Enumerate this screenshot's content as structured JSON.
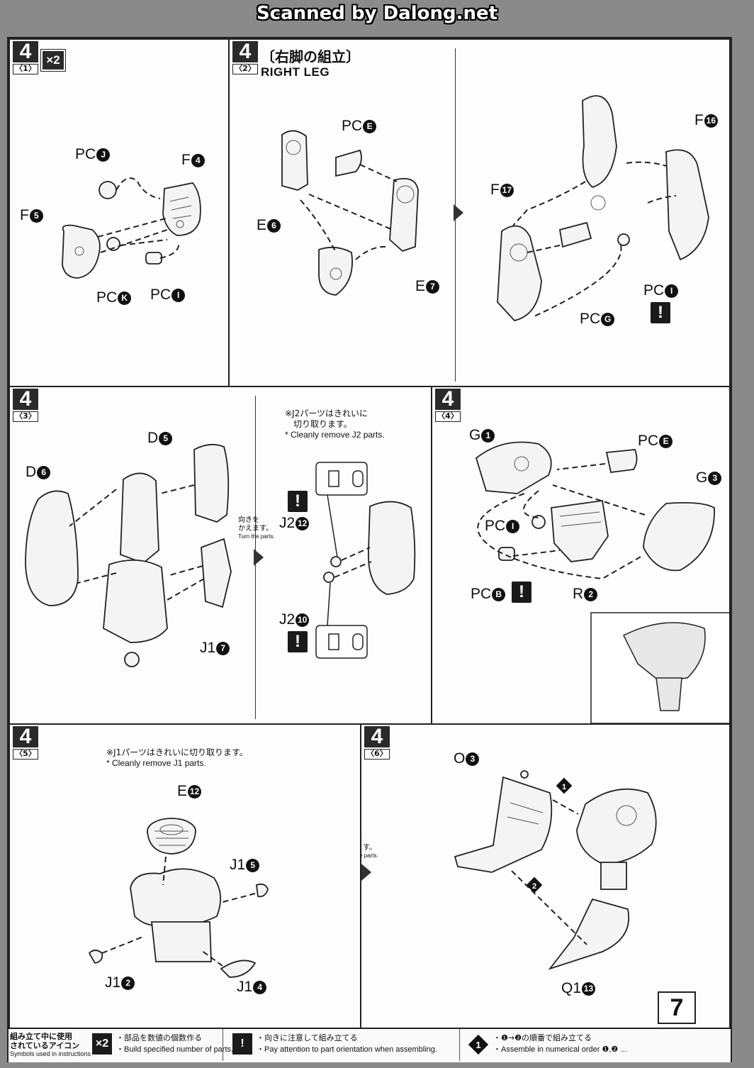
{
  "header": {
    "scanner_text": "Scanned by Dalong.net"
  },
  "steps": {
    "s1": {
      "num": "4",
      "sub": "〈1〉",
      "multiplier": "×2",
      "parts": {
        "pcj": "PC",
        "pcj_c": "J",
        "f4": "F",
        "f4_c": "4",
        "f5": "F",
        "f5_c": "5",
        "pck": "PC",
        "pck_c": "K",
        "pci": "PC",
        "pci_c": "I"
      }
    },
    "s2": {
      "num": "4",
      "sub": "〈2〉",
      "title_jp": "〔右脚の組立〕",
      "title_en": "RIGHT LEG",
      "parts": {
        "pce": "PC",
        "pce_c": "E",
        "e6": "E",
        "e6_c": "6",
        "e7": "E",
        "e7_c": "7",
        "f16": "F",
        "f16_c": "16",
        "f17": "F",
        "f17_c": "17",
        "pci": "PC",
        "pci_c": "I",
        "pcg": "PC",
        "pcg_c": "G"
      }
    },
    "s3": {
      "num": "4",
      "sub": "〈3〉",
      "parts": {
        "d5": "D",
        "d5_c": "5",
        "d6": "D",
        "d6_c": "6",
        "j17": "J1",
        "j17_c": "7",
        "j212": "J2",
        "j212_c": "12",
        "j210": "J2",
        "j210_c": "10"
      },
      "note_jp1": "※J2パーツはきれいに",
      "note_jp2": "切り取ります。",
      "note_en": "* Cleanly remove J2 parts.",
      "turn_jp1": "向きを",
      "turn_jp2": "かえます。",
      "turn_en": "Turn the parts."
    },
    "s4": {
      "num": "4",
      "sub": "〈4〉",
      "parts": {
        "g1": "G",
        "g1_c": "1",
        "pce": "PC",
        "pce_c": "E",
        "g3": "G",
        "g3_c": "3",
        "pci": "PC",
        "pci_c": "I",
        "pcb": "PC",
        "pcb_c": "B",
        "r2": "R",
        "r2_c": "2"
      }
    },
    "s5": {
      "num": "4",
      "sub": "〈5〉",
      "note_jp": "※J1パーツはきれいに切り取ります。",
      "note_en": "* Cleanly remove J1 parts.",
      "parts": {
        "e12": "E",
        "e12_c": "12",
        "j15": "J1",
        "j15_c": "5",
        "j12": "J1",
        "j12_c": "2",
        "j14": "J1",
        "j14_c": "4"
      }
    },
    "s6": {
      "num": "4",
      "sub": "〈6〉",
      "turn_jp1": "向きを",
      "turn_jp2": "かえます。",
      "turn_en": "Turn the parts.",
      "parts": {
        "o3": "O",
        "o3_c": "3",
        "q113": "Q1",
        "q113_c": "13",
        "step1": "1",
        "step2": "2"
      }
    }
  },
  "footer": {
    "symbols_jp1": "組み立て中に使用",
    "symbols_jp2": "されているアイコン",
    "symbols_en": "Symbols used in instructions",
    "x2_icon": "×2",
    "x2_jp": "・部品を数値の個数作る",
    "x2_en": "・Build specified number of parts.",
    "warn_icon": "!",
    "warn_jp": "・向きに注意して組み立てる",
    "warn_en": "・Pay attention to part orientation when assembling.",
    "order_icon": "1",
    "order_jp": "・❶→❷の順番で組み立てる",
    "order_en": "・Assemble in numerical order ❶,❷ ...",
    "page_number": "7"
  },
  "warn_symbol": "!"
}
